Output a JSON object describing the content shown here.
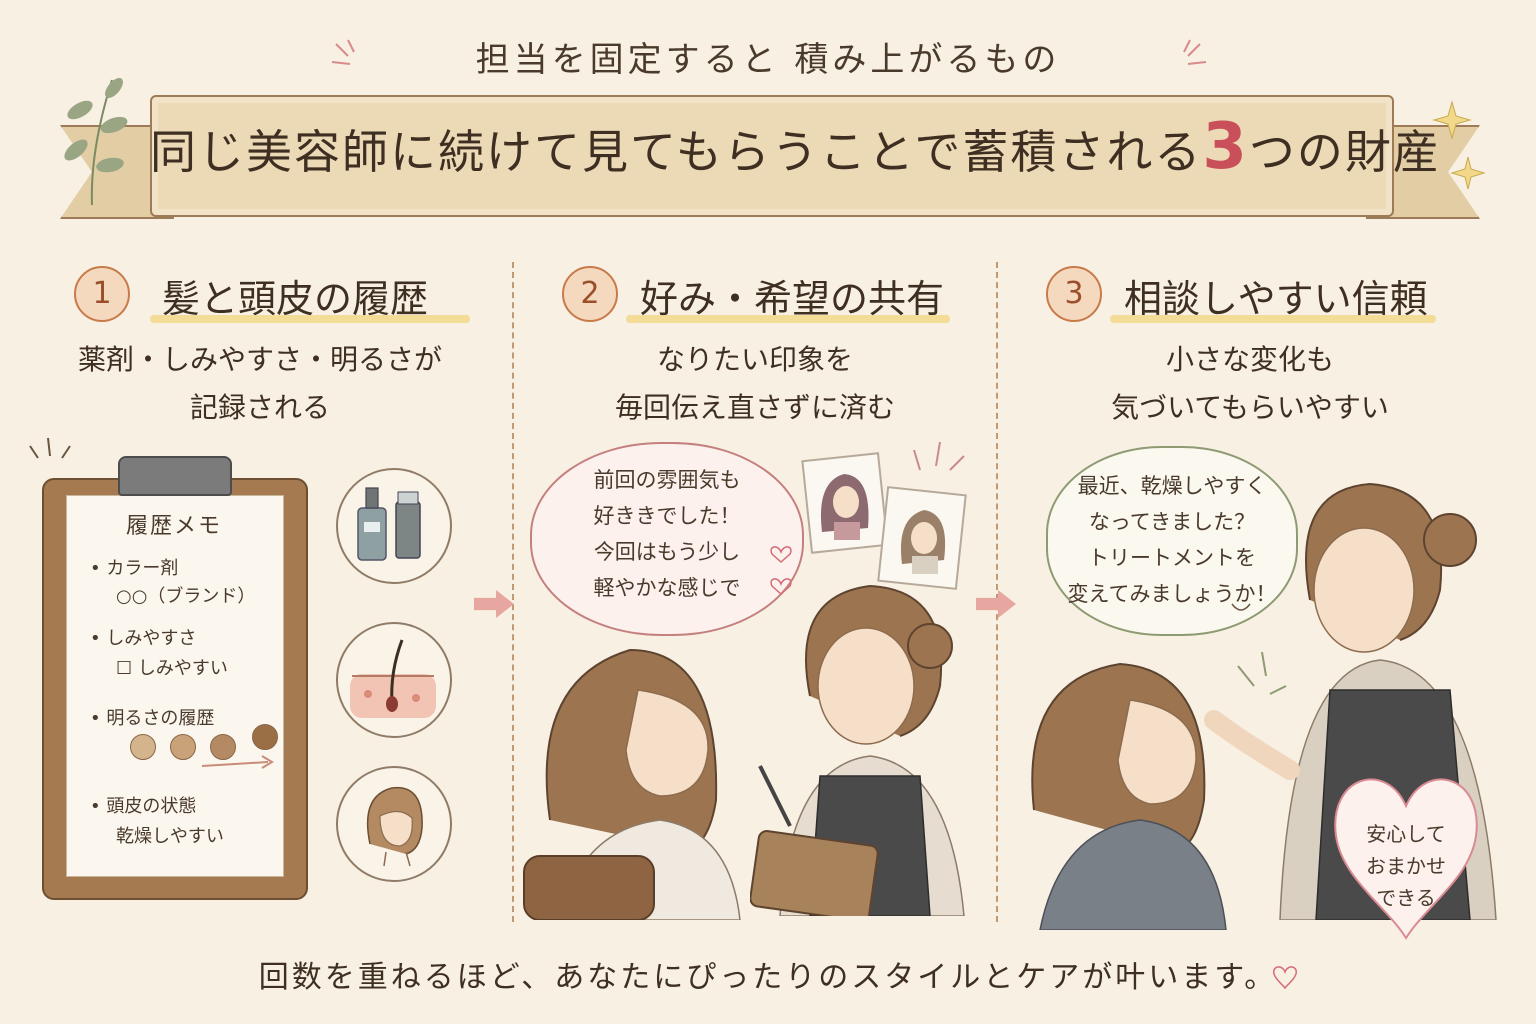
{
  "header": {
    "subtitle": "担当を固定すると 積み上がるもの",
    "title_main": "同じ美容師に続けて見てもらうことで蓄積される",
    "title_number": "3",
    "title_end": "つの財産"
  },
  "columns": [
    {
      "number": "1",
      "title": "髪と頭皮の履歴",
      "desc_line1": "薬剤・しみやすさ・明るさが",
      "desc_line2": "記録される",
      "memo": {
        "title": "履歴メモ",
        "item1": "• カラー剤",
        "item1_sub": "○○（ブランド）",
        "item2": "• しみやすさ",
        "item2_sub": "☐ しみやすい",
        "item3": "• 明るさの履歴",
        "item4": "• 頭皮の状態",
        "item4_sub": "乾燥しやすい"
      }
    },
    {
      "number": "2",
      "title": "好み・希望の共有",
      "desc_line1": "なりたい印象を",
      "desc_line2": "毎回伝え直さずに済む",
      "bubble": {
        "line1": "前回の雰囲気も",
        "line2": "好ききでした！",
        "line3": "今回はもう少し",
        "line4": "軽やかな感じで"
      }
    },
    {
      "number": "3",
      "title": "相談しやすい信頼",
      "desc_line1": "小さな変化も",
      "desc_line2": "気づいてもらいやすい",
      "bubble": {
        "line1": "最近、乾燥しやすく",
        "line2": "なってきました？",
        "line3": "トリートメントを",
        "line4": "変えてみましょうか！"
      },
      "heart": {
        "line1": "安心して",
        "line2": "おまかせ",
        "line3": "できる"
      }
    }
  ],
  "footer": "回数を重ねるほど、あなたにぴったりのスタイルとケアが叶います。",
  "colors": {
    "background": "#f7f0e3",
    "accent_red": "#c9505a",
    "banner": "#ecd9b6",
    "number_circle": "#f4d9bf"
  }
}
